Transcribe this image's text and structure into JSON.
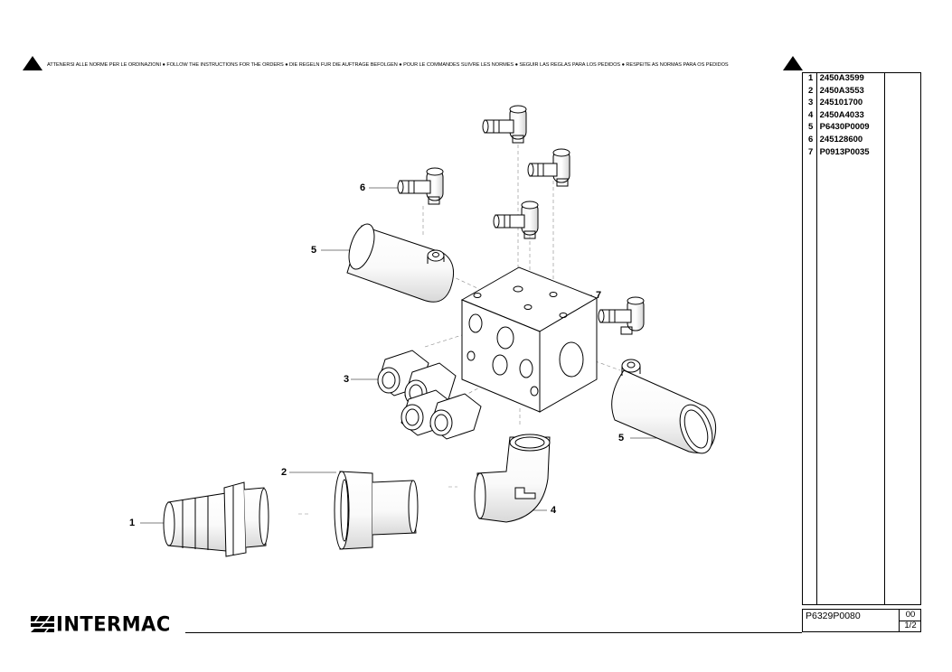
{
  "header": {
    "notice": "ATTENERSI ALLE NORME PER LE ORDINAZIONI ● FOLLOW THE INSTRUCTIONS FOR THE ORDERS ● DIE REGELN FUR DIE AUFTRAGE BEFOLGEN ● POUR LE COMMANDES SUIVRE LES NORMES ● SEGUIR LAS REGLAS PARA LOS PEDIDOS ● RESPEITE AS NORMAS PARA OS PEDIDOS",
    "warning_icon": "warning-triangle-icon"
  },
  "parts": [
    {
      "num": "1",
      "code": "2450A3599"
    },
    {
      "num": "2",
      "code": "2450A3553"
    },
    {
      "num": "3",
      "code": "245101700"
    },
    {
      "num": "4",
      "code": "2450A4033"
    },
    {
      "num": "5",
      "code": "P6430P0009"
    },
    {
      "num": "6",
      "code": "245128600"
    },
    {
      "num": "7",
      "code": "P0913P0035"
    }
  ],
  "callouts": {
    "c1": "1",
    "c2": "2",
    "c3": "3",
    "c4": "4",
    "c5a": "5",
    "c5b": "5",
    "c6": "6",
    "c7": "7"
  },
  "titleblock": {
    "drawing_code": "P6329P0080",
    "revision": "00",
    "sheet": "1/2"
  },
  "brand": {
    "logo_text": "INTERMAC"
  }
}
